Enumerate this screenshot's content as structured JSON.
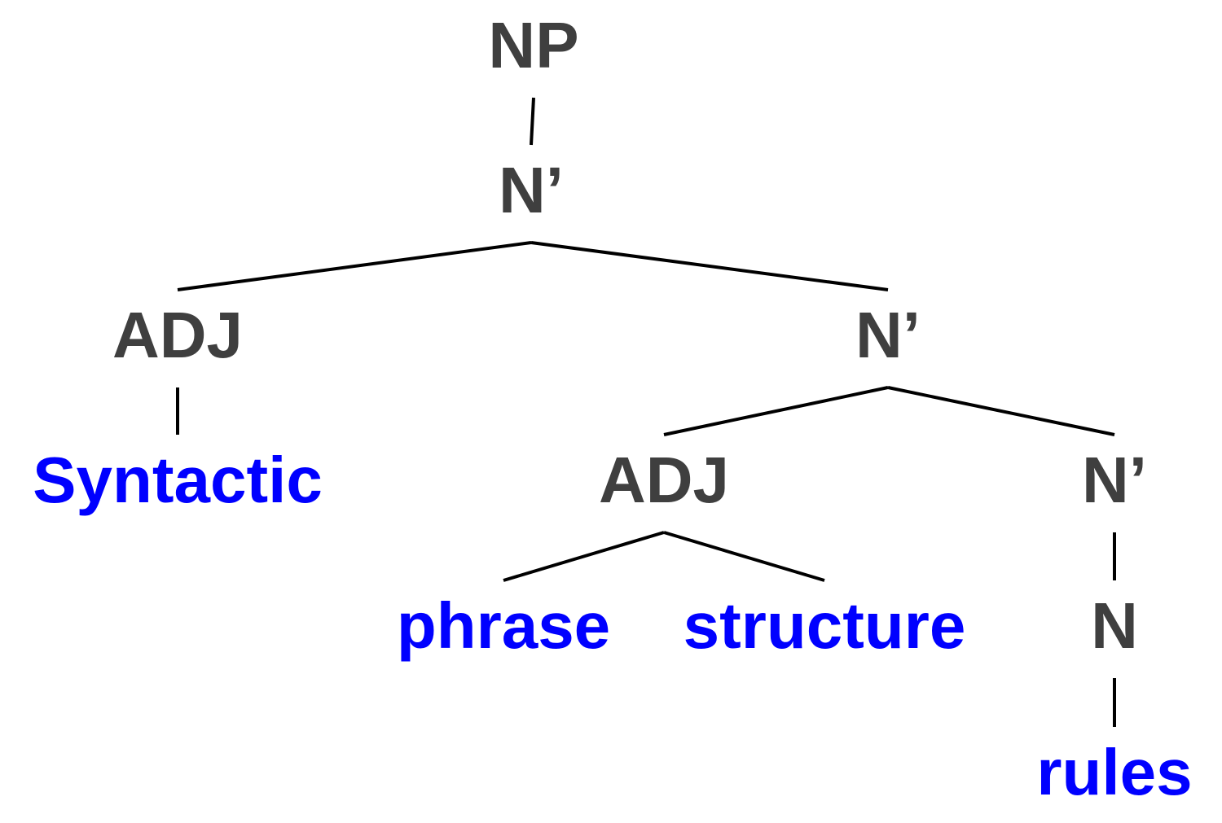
{
  "tree": {
    "colors": {
      "category": "#3f3f3f",
      "word": "#0000ff",
      "edge": "#000000"
    },
    "nodes": [
      {
        "id": "np",
        "label": "NP",
        "kind": "category"
      },
      {
        "id": "nbar-1",
        "label": "N’",
        "kind": "category"
      },
      {
        "id": "adj-1",
        "label": "ADJ",
        "kind": "category"
      },
      {
        "id": "nbar-2",
        "label": "N’",
        "kind": "category"
      },
      {
        "id": "syntactic",
        "label": "Syntactic",
        "kind": "word"
      },
      {
        "id": "adj-2",
        "label": "ADJ",
        "kind": "category"
      },
      {
        "id": "nbar-3",
        "label": "N’",
        "kind": "category"
      },
      {
        "id": "phrase",
        "label": "phrase",
        "kind": "word"
      },
      {
        "id": "structure",
        "label": "structure",
        "kind": "word"
      },
      {
        "id": "n",
        "label": "N",
        "kind": "category"
      },
      {
        "id": "rules",
        "label": "rules",
        "kind": "word"
      }
    ],
    "edges": [
      [
        "np",
        "nbar-1"
      ],
      [
        "nbar-1",
        "adj-1"
      ],
      [
        "nbar-1",
        "nbar-2"
      ],
      [
        "adj-1",
        "syntactic"
      ],
      [
        "nbar-2",
        "adj-2"
      ],
      [
        "nbar-2",
        "nbar-3"
      ],
      [
        "adj-2",
        "phrase"
      ],
      [
        "adj-2",
        "structure"
      ],
      [
        "nbar-3",
        "n"
      ],
      [
        "n",
        "rules"
      ]
    ]
  }
}
